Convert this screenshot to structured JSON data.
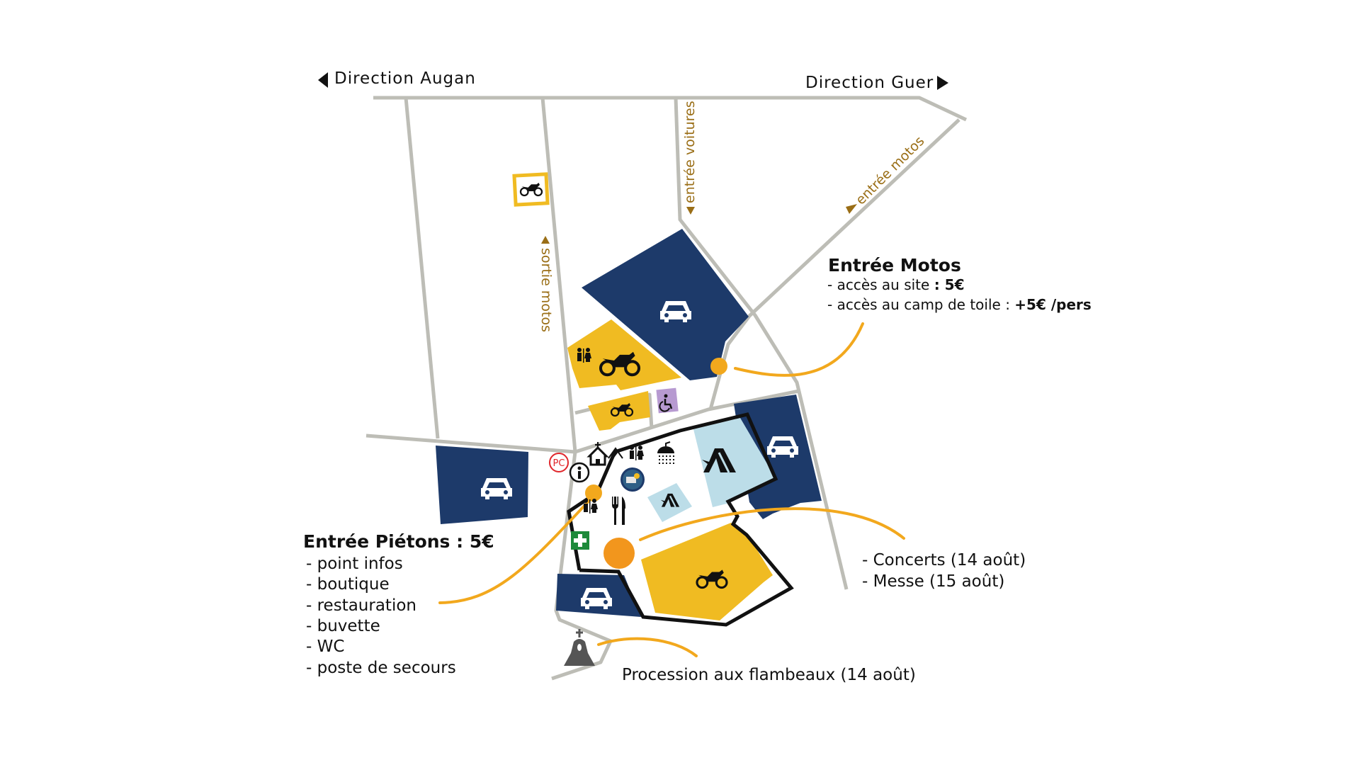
{
  "map": {
    "directions": {
      "left": {
        "label": "Direction Augan",
        "icon": "triangle-left-icon"
      },
      "right": {
        "label": "Direction Guer",
        "icon": "triangle-right-icon"
      }
    },
    "road_labels": {
      "entree_voitures": "entrée voitures",
      "entree_motos": "entrée motos",
      "sortie_motos": "sortie motos"
    },
    "entree_motos": {
      "title": "Entrée Motos",
      "lines": [
        {
          "text": "- accès au site ",
          "bold": ": 5€"
        },
        {
          "text": "- accès au camp de toile : ",
          "bold": "+5€ /pers"
        }
      ]
    },
    "entree_pietons": {
      "title": "Entrée Piétons : 5€",
      "items": [
        "- point infos",
        "- boutique",
        "- restauration",
        "- buvette",
        "- WC",
        "- poste de secours"
      ]
    },
    "events": {
      "lines": [
        "- Concerts (14 août)",
        "- Messe (15 août)"
      ]
    },
    "procession": {
      "label": "Procession aux flambeaux (14 août)"
    },
    "pc_label": "PC",
    "legend_icons": {
      "car_parking": "car-icon",
      "moto_parking": "motorcycle-icon",
      "camping": "tent-icon",
      "toilets": "toilets-icon",
      "shower": "shower-icon",
      "info": "info-icon",
      "restaurant": "fork-knife-icon",
      "first_aid": "first-aid-icon",
      "church": "church-icon",
      "accessible": "wheelchair-icon",
      "calvary": "calvary-icon",
      "pc": "pc-icon"
    },
    "colors": {
      "car_zone": "#1d3a6a",
      "moto_zone": "#f0bb22",
      "camp_zone": "#bcdde8",
      "road": "#bdbdb6",
      "callout": "#f2a81d",
      "entrance_dot": "#f2961d",
      "road_label": "#9a6e16",
      "accessible": "#b79ad1",
      "first_aid": "#1d8a3a",
      "pc": "#e0262b"
    }
  }
}
